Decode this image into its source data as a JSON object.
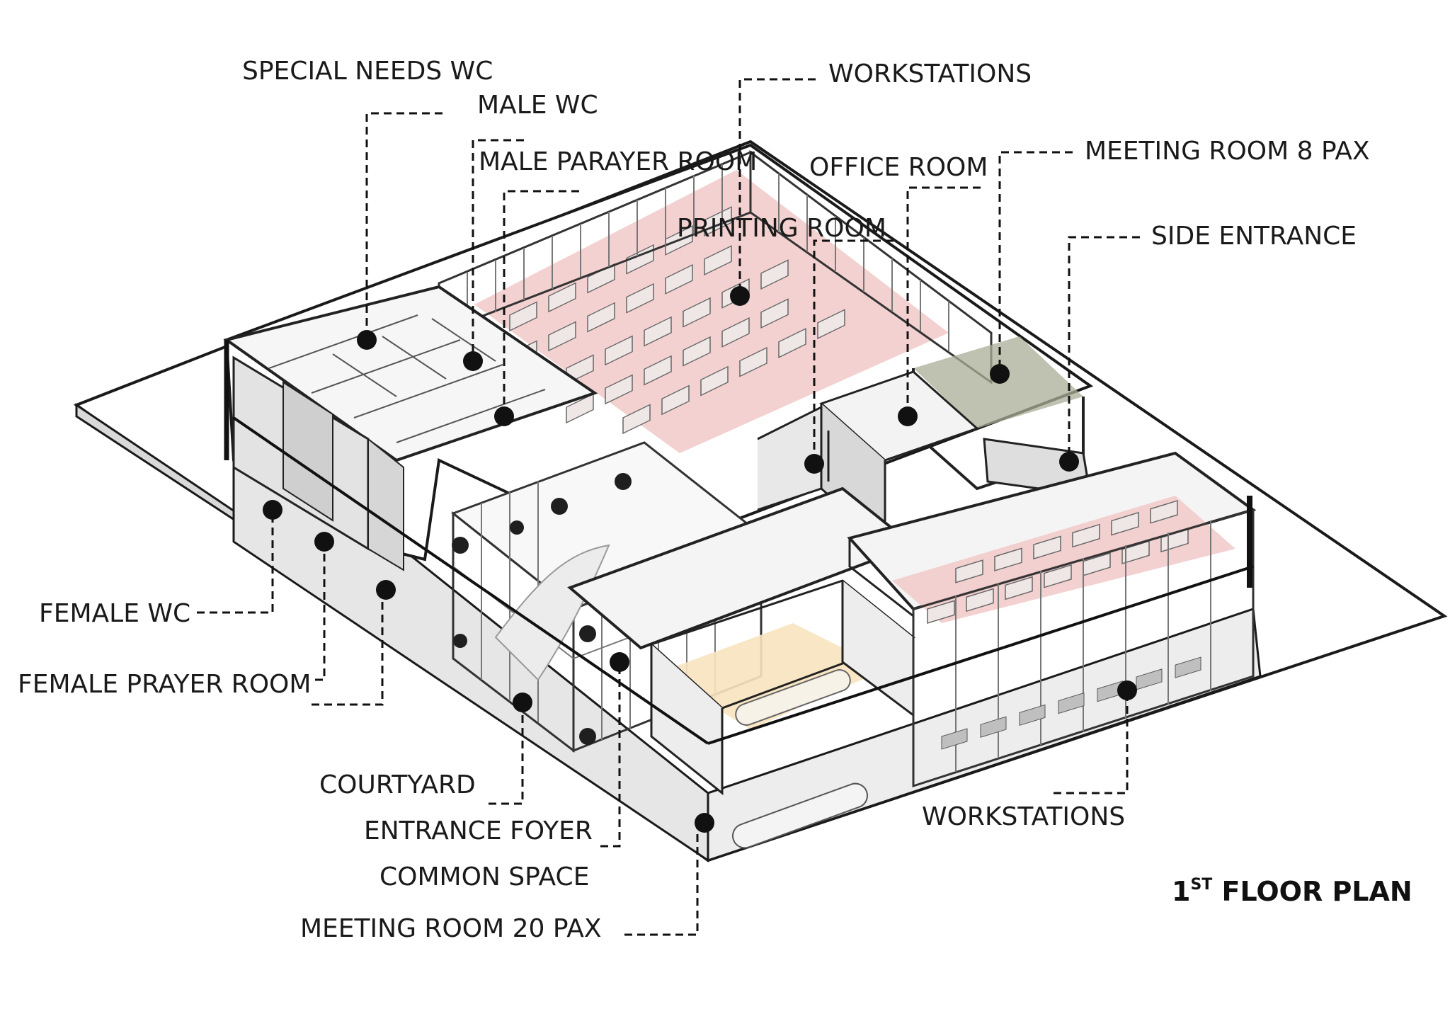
{
  "title": {
    "main": "1",
    "sup": "ST",
    "rest": " FLOOR PLAN"
  },
  "labels": {
    "special_needs_wc": "SPECIAL NEEDS WC",
    "male_wc": "MALE WC",
    "male_prayer_room": "MALE PARAYER ROOM",
    "workstations_top": "WORKSTATIONS",
    "office_room": "OFFICE ROOM",
    "meeting_room_8": "MEETING ROOM 8 PAX",
    "printing_room": "PRINTING ROOM",
    "side_entrance": "SIDE ENTRANCE",
    "female_wc": "FEMALE WC",
    "female_prayer_room": "FEMALE PRAYER ROOM",
    "courtyard": "COURTYARD",
    "entrance_foyer": "ENTRANCE FOYER",
    "common_space": "COMMON SPACE",
    "meeting_room_20": "MEETING ROOM 20 PAX",
    "workstations_bottom": "WORKSTATIONS"
  },
  "colors": {
    "workstation_zone": "#f2c9c9",
    "meeting_zone": "#f8e3bf",
    "meeting_room_8_zone": "#a9ad96",
    "floor_shade": "#dcdcdc"
  }
}
